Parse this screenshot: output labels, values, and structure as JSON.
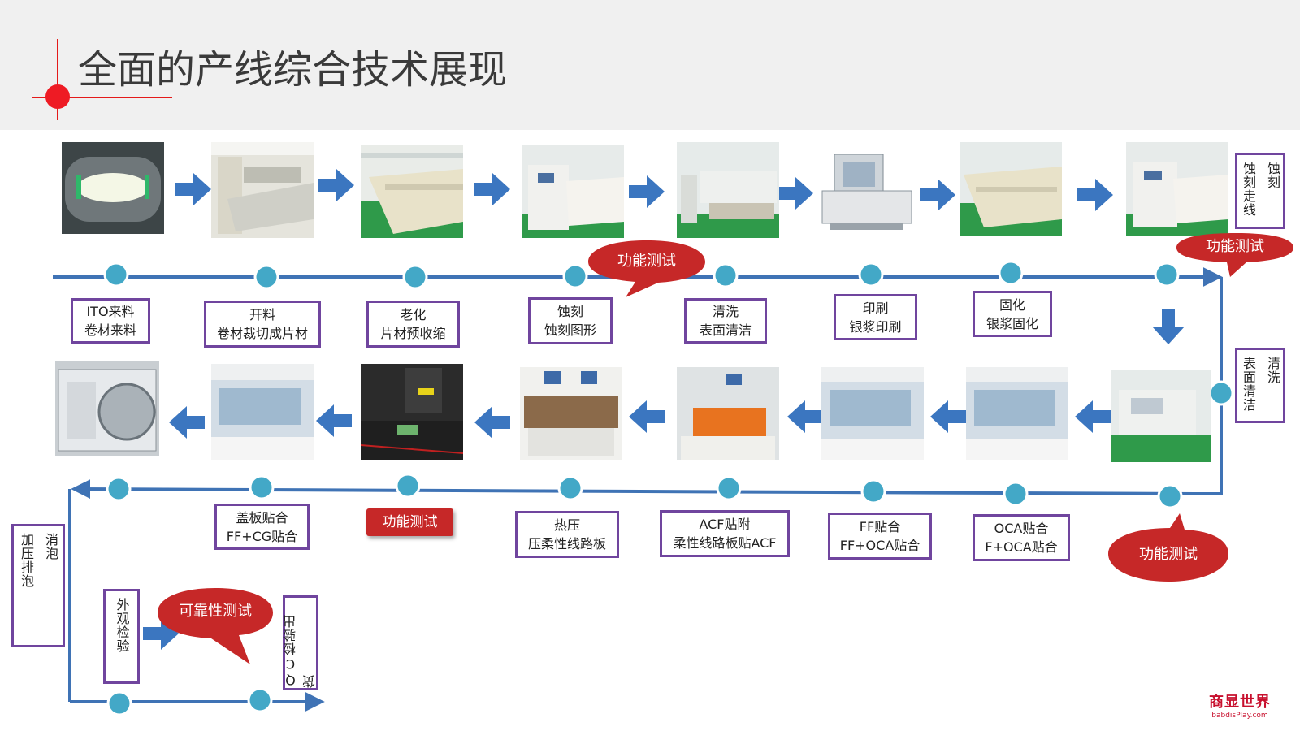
{
  "title": "全面的产线综合技术展现",
  "colors": {
    "accent": "#ee1b24",
    "flow_line": "#3f73b5",
    "node": "#43a8c7",
    "label_border": "#70459e",
    "arrow": "#3b76c0",
    "callout": "#c62828"
  },
  "top_row": [
    {
      "line1": "ITO来料",
      "line2": "卷材来料",
      "photo": "roll-inspection-machine"
    },
    {
      "line1": "开料",
      "line2": "卷材裁切成片材",
      "photo": "cutting-machine"
    },
    {
      "line1": "老化",
      "line2": "片材预收缩",
      "photo": "aging-oven-line"
    },
    {
      "line1": "蚀刻",
      "line2": "蚀刻图形",
      "photo": "etching-machine"
    },
    {
      "line1": "清洗",
      "line2": "表面清洁",
      "photo": "cleaning-line"
    },
    {
      "line1": "印刷",
      "line2": "银浆印刷",
      "photo": "printing-machine"
    },
    {
      "line1": "固化",
      "line2": "银浆固化",
      "photo": "curing-oven-line"
    },
    {
      "line1": "",
      "line2": "",
      "photo": "etching-line-machine"
    }
  ],
  "right_top_label": {
    "col1": "蚀刻",
    "col2": "蚀刻走线"
  },
  "right_mid_label": {
    "col1": "清洗",
    "col2": "表面清洁"
  },
  "bottom_row": [
    {
      "line1": "",
      "line2": "",
      "photo": "debubble-autoclave"
    },
    {
      "line1": "盖板贴合",
      "line2": "FF+CG贴合",
      "photo": "lamination-machine"
    },
    {
      "line1": "功能测试",
      "line2": "",
      "photo": "test-bench"
    },
    {
      "line1": "热压",
      "line2": "压柔性线路板",
      "photo": "hot-press-machine"
    },
    {
      "line1": "ACF贴附",
      "line2": "柔性线路板贴ACF",
      "photo": "acf-machine"
    },
    {
      "line1": "FF贴合",
      "line2": "FF+OCA贴合",
      "photo": "ff-lamination-machine"
    },
    {
      "line1": "OCA贴合",
      "line2": "F+OCA贴合",
      "photo": "oca-lamination-machine"
    },
    {
      "line1": "",
      "line2": "",
      "photo": "surface-cleaning-machine"
    }
  ],
  "left_label": {
    "col1": "消泡",
    "col2": "加压排泡"
  },
  "final_labels": {
    "inspection": "外观检验",
    "qc": "QC检验出货"
  },
  "callouts": {
    "top_mid": "功能测试",
    "top_right": "功能测试",
    "bottom_right": "功能测试",
    "reliability": "可靠性测试"
  },
  "watermark": {
    "line1": "商显世界",
    "line2": "babdisPlay.com"
  }
}
